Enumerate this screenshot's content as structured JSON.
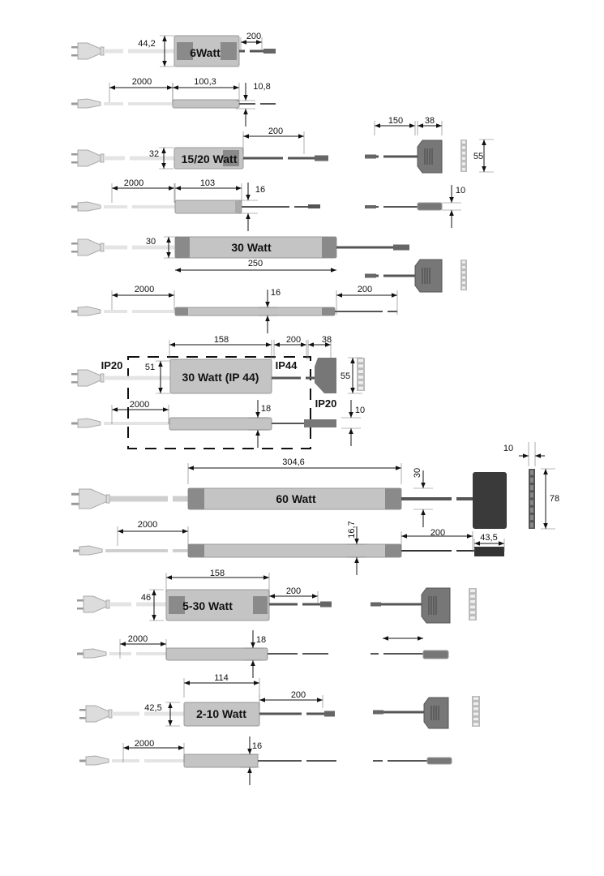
{
  "products": [
    {
      "title": "6Watt",
      "height": "44,2",
      "cable_out": "200",
      "cable_in": "2000",
      "length": "100,3",
      "thickness": "10,8"
    },
    {
      "title": "15/20 Watt",
      "height": "32",
      "cable_out": "200",
      "cable_in": "2000",
      "length": "103",
      "thickness": "16",
      "hub": {
        "cable": "150",
        "depth": "38",
        "height": "55",
        "thickness": "10"
      }
    },
    {
      "title": "30 Watt",
      "height": "30",
      "length": "250",
      "cable_in": "2000",
      "thickness": "16",
      "cable_out": "200"
    },
    {
      "title": "30 Watt (IP 44)",
      "length": "158",
      "cable_out": "200",
      "hub_depth": "38",
      "height": "51",
      "hub_height": "55",
      "cable_in": "2000",
      "thickness": "18",
      "hub_thickness": "10",
      "ip_plug": "IP20",
      "ip_zone": "IP44",
      "ip_hub": "IP20"
    },
    {
      "title": "60 Watt",
      "length": "304,6",
      "height": "30",
      "cable_in": "2000",
      "thickness": "16,7",
      "cable_out": "200",
      "hub_depth": "43,5",
      "hub_thickness": "10",
      "hub_height": "78"
    },
    {
      "title": "5-30 Watt",
      "length": "158",
      "height": "46",
      "cable_out": "200",
      "cable_in": "2000",
      "thickness": "18"
    },
    {
      "title": "2-10 Watt",
      "length": "114",
      "height": "42,5",
      "cable_out": "200",
      "cable_in": "2000",
      "thickness": "16"
    }
  ],
  "colors": {
    "body": "#c4c4c4",
    "cap": "#8a8a8a",
    "cable": "#555555",
    "plug": "#dcdcdc",
    "line": "#111111"
  }
}
